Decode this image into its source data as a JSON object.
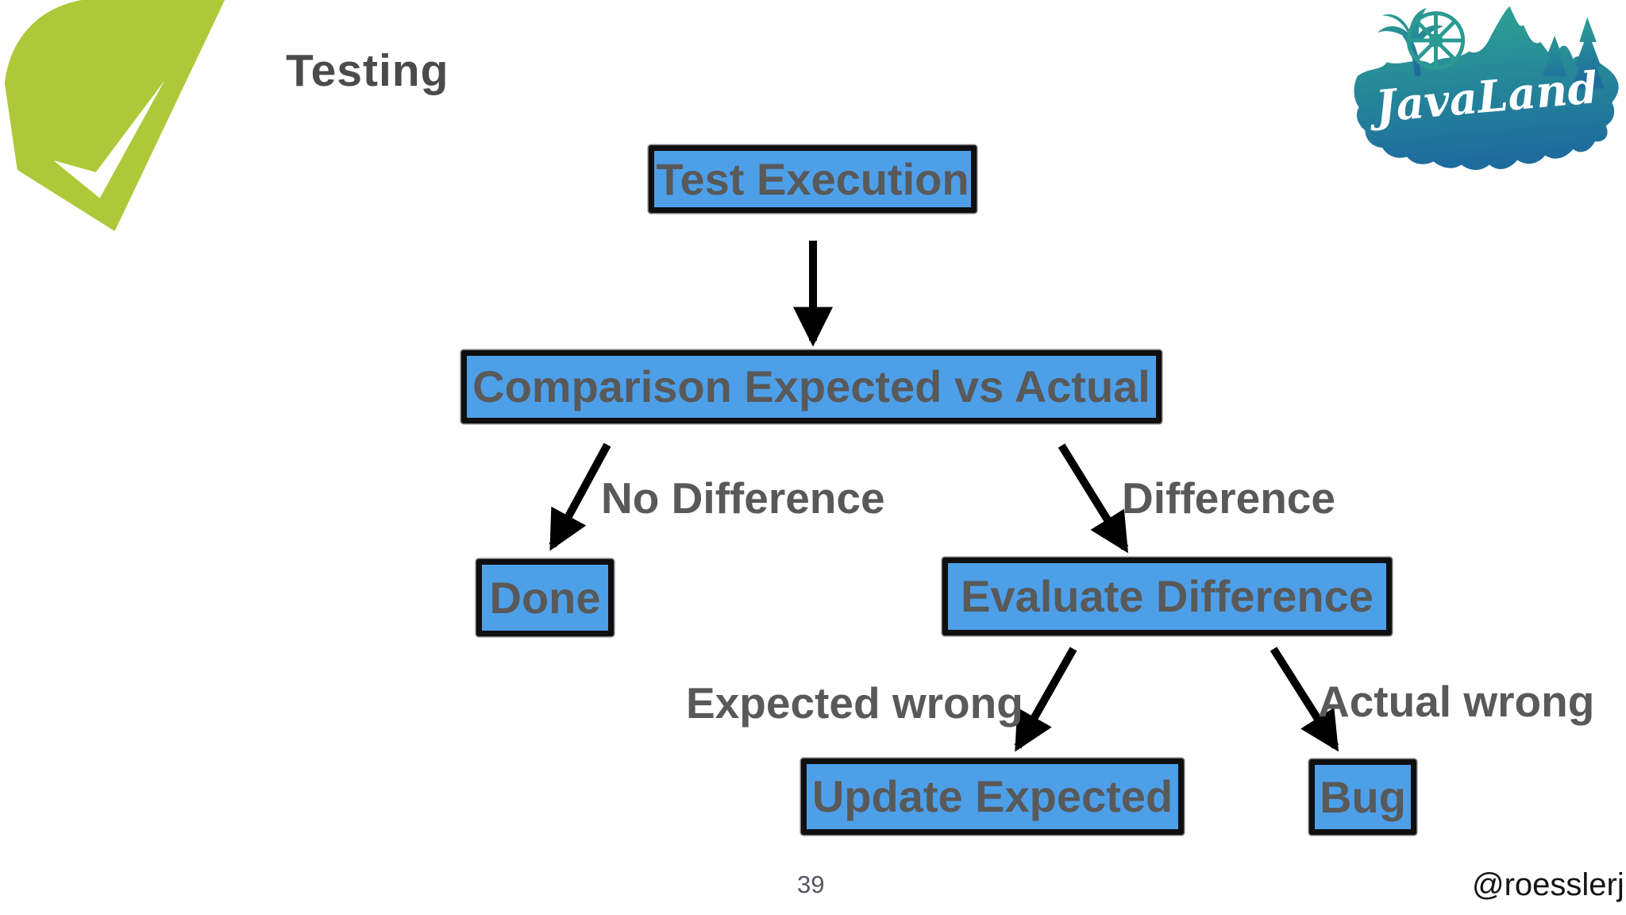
{
  "slide": {
    "title": "Testing",
    "page_number": "39",
    "footer_handle": "@roesslerj"
  },
  "flowchart": {
    "nodes": [
      {
        "id": "test-execution",
        "label": "Test Execution"
      },
      {
        "id": "comparison",
        "label": "Comparison Expected vs Actual"
      },
      {
        "id": "done",
        "label": "Done"
      },
      {
        "id": "evaluate-difference",
        "label": "Evaluate Difference"
      },
      {
        "id": "update-expected",
        "label": "Update Expected"
      },
      {
        "id": "bug",
        "label": "Bug"
      }
    ],
    "edge_labels": [
      {
        "edge": "comparison-to-done",
        "label": "No Difference"
      },
      {
        "edge": "comparison-to-evaluate",
        "label": "Difference"
      },
      {
        "edge": "evaluate-to-update",
        "label": "Expected wrong"
      },
      {
        "edge": "evaluate-to-bug",
        "label": "Actual wrong"
      }
    ],
    "colors": {
      "node_fill": "#4d9fe8",
      "node_border": "#0f0f0f",
      "node_text": "#595959",
      "edge_label_text": "#595959",
      "arrow": "#000000"
    }
  },
  "logos": {
    "javaland_text": "JavaLand",
    "javaland_gradient_top": "#2ea592",
    "javaland_gradient_bottom": "#1e6b9e",
    "checkmark_logo_color": "#adc93a"
  }
}
